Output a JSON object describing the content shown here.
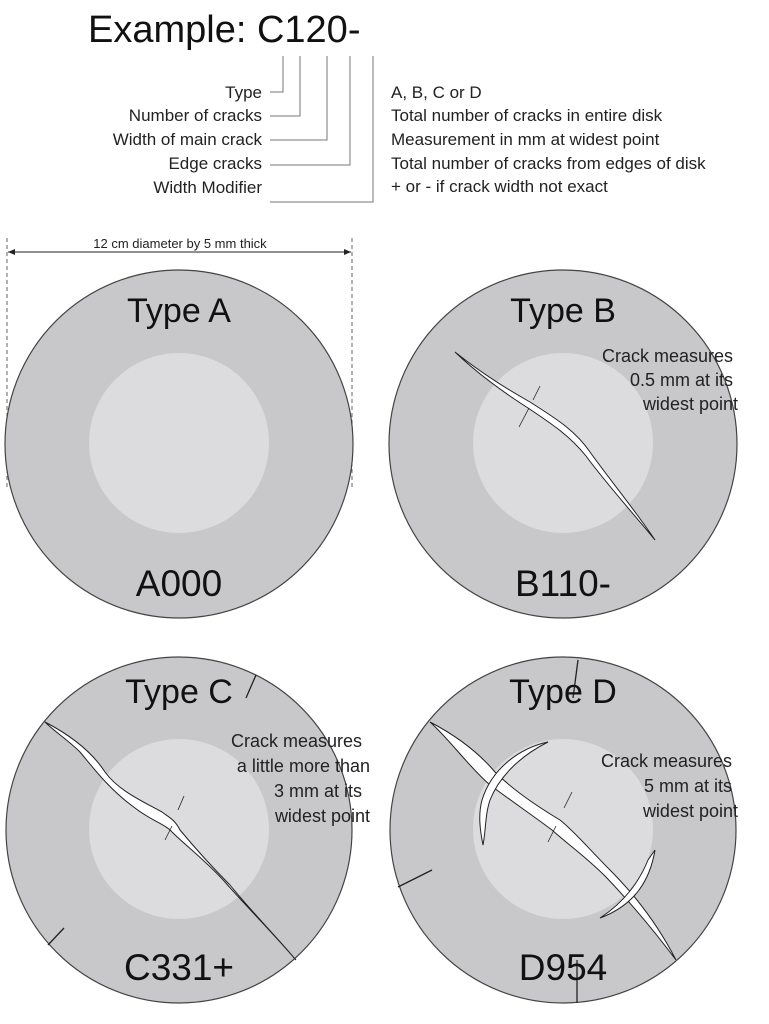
{
  "example": {
    "prefix": "Example:",
    "code": "C120-"
  },
  "legend": [
    {
      "label": "Type",
      "description": "A, B, C or D"
    },
    {
      "label": "Number of cracks",
      "description": "Total number of cracks in entire disk"
    },
    {
      "label": "Width of main crack",
      "description": "Measurement in mm at widest point"
    },
    {
      "label": "Edge cracks",
      "description": "Total number of cracks from edges of disk"
    },
    {
      "label": "Width Modifier",
      "description": "+ or - if crack width not exact"
    }
  ],
  "dimension_label": "12 cm diameter by 5 mm thick",
  "disks": [
    {
      "title": "Type A",
      "code": "A000",
      "note": []
    },
    {
      "title": "Type B",
      "code": "B110-",
      "note": [
        "Crack measures",
        "0.5 mm at its",
        "widest point"
      ]
    },
    {
      "title": "Type C",
      "code": "C331+",
      "note": [
        "Crack measures",
        "a little more than",
        "3 mm at its",
        "widest point"
      ]
    },
    {
      "title": "Type D",
      "code": "D954",
      "note": [
        "Crack measures",
        "5 mm at its",
        "widest point"
      ]
    }
  ],
  "colors": {
    "disk_outer": "#c8c8ca",
    "disk_inner": "#dcdcde",
    "crack": "#ffffff"
  }
}
